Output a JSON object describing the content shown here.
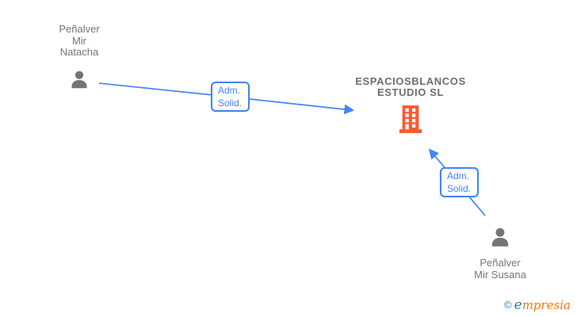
{
  "diagram_title": "corporate-relations-graph",
  "people": {
    "natacha": {
      "line1": "Peñalver",
      "line2": "Mir",
      "line3": "Natacha"
    },
    "susana": {
      "line1": "Peñalver",
      "line2": "Mir Susana"
    }
  },
  "company": {
    "line1": "ESPACIOSBLANCOS",
    "line2": "ESTUDIO  SL"
  },
  "edges": {
    "edge1": {
      "line1": "Adm.",
      "line2": "Solid."
    },
    "edge2": {
      "line1": "Adm.",
      "line2": "Solid."
    }
  },
  "watermark": {
    "copyright": "©",
    "brand_first": "e",
    "brand_rest": "mpresia"
  },
  "colors": {
    "accent_blue": "#4285F4",
    "person_gray": "#757575",
    "building_orange": "#FA5A32",
    "brand_teal": "#2D7E9A",
    "brand_orange": "#E87A1E",
    "background": "#FFFFFF"
  }
}
